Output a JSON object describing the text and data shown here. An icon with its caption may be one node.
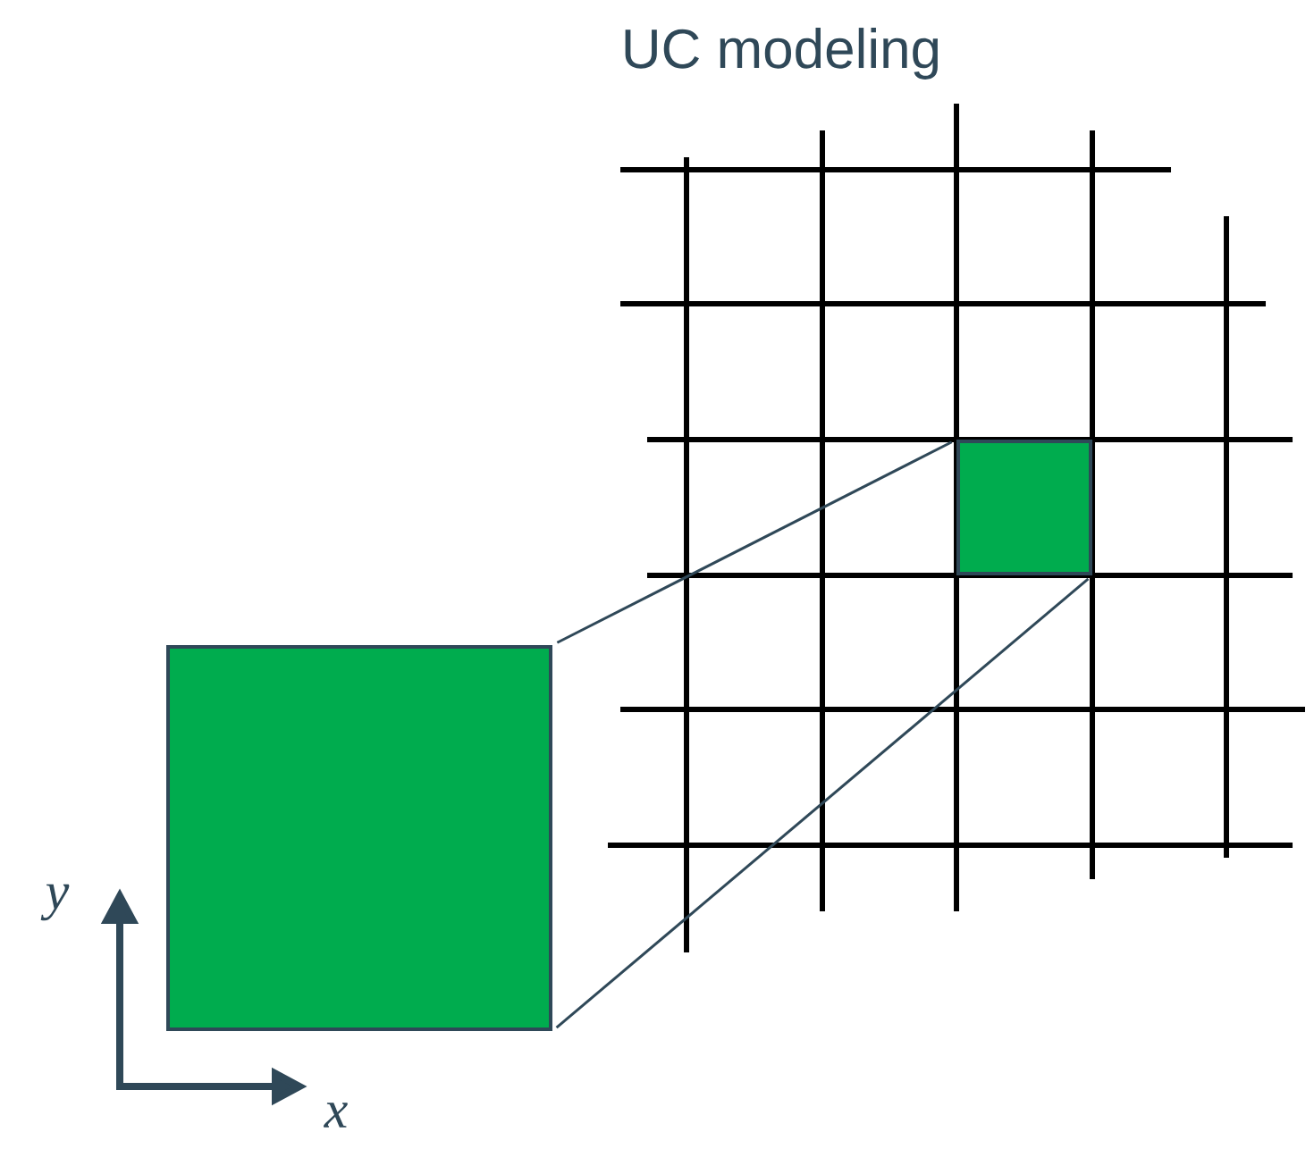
{
  "diagram": {
    "title": "UC modeling",
    "nodes": [
      {
        "text": [],
        "shape": "box"
      },
      {
        "text": [],
        "shape": "box"
      }
    ],
    "edges": [
      {
        "from": 1,
        "to": 0,
        "arrow": "none"
      },
      {
        "from": 1,
        "to": 0,
        "arrow": "none"
      }
    ],
    "labels": [
      "y",
      "x"
    ]
  }
}
